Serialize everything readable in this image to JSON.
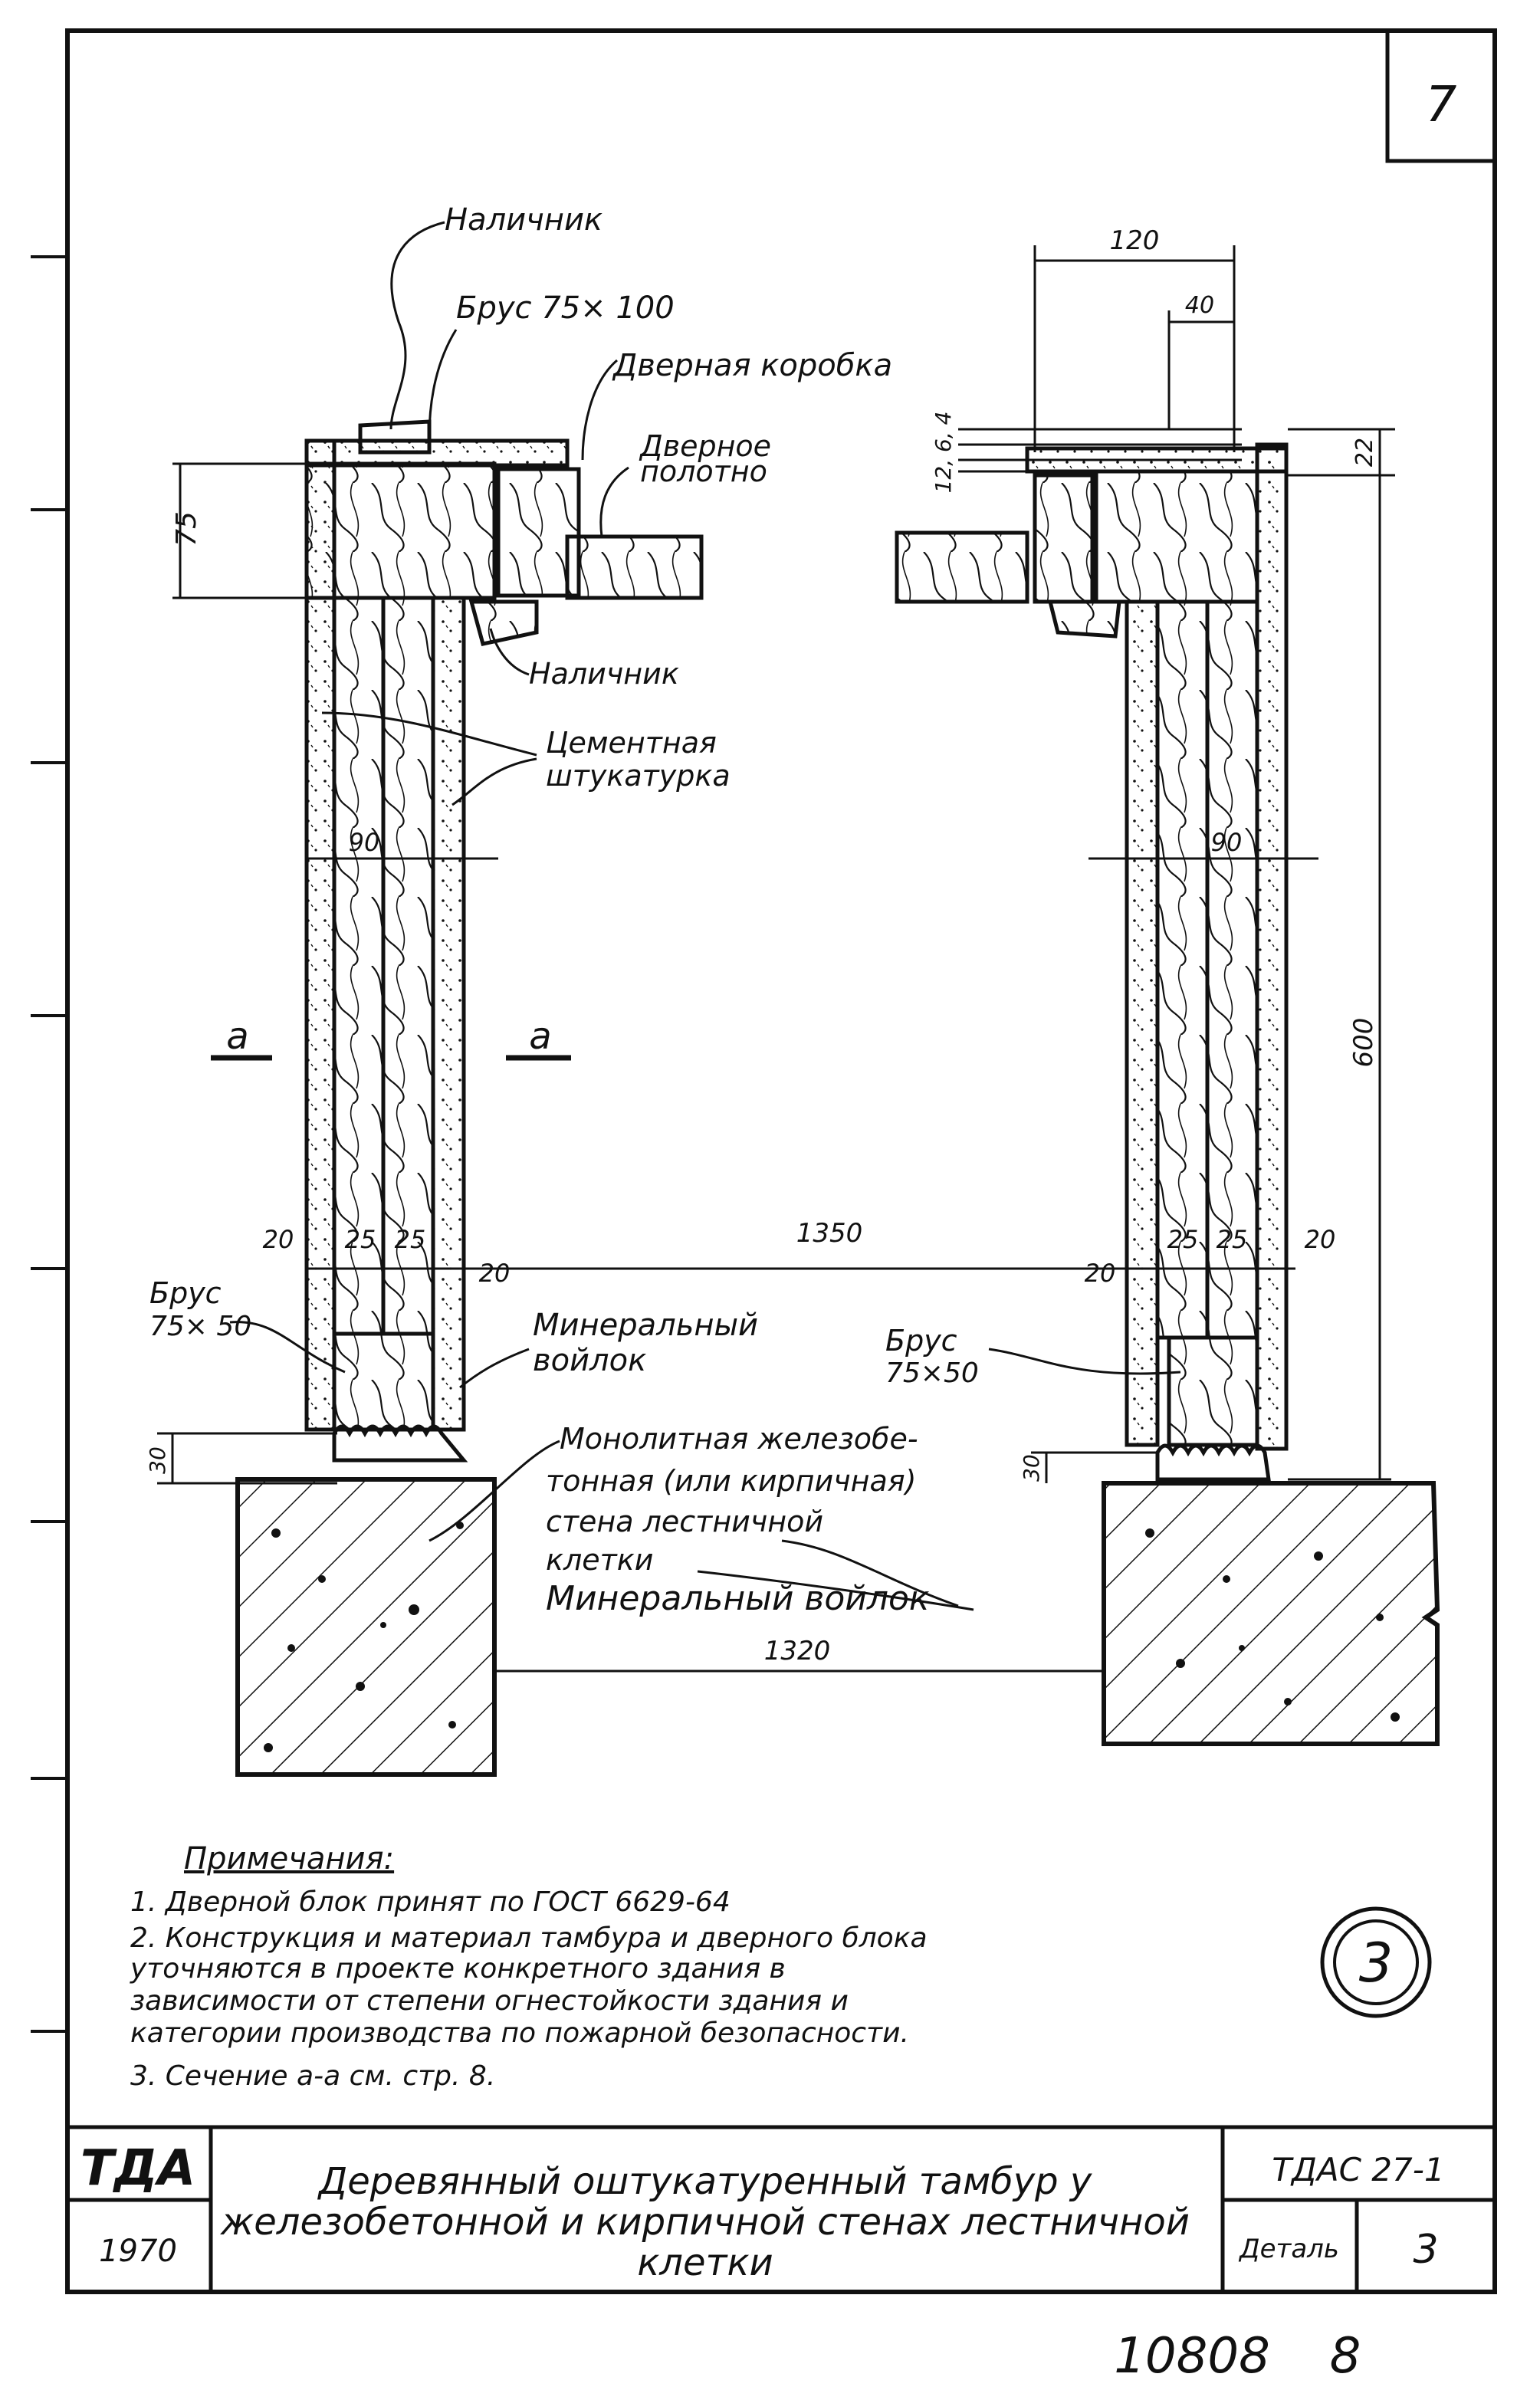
{
  "sheet": {
    "page_number": "7",
    "archive_number": "10808",
    "archive_page": "8",
    "detail_circle": "3"
  },
  "labels": {
    "nalichnik_top": "Наличник",
    "brus_top": "Брус 75× 100",
    "door_frame": "Дверная коробка",
    "door_leaf_1": "Дверное",
    "door_leaf_2": "полотно",
    "nalichnik_mid": "Наличник",
    "cement_1": "Цементная",
    "cement_2": "штукатурка",
    "section_a_left": "a",
    "section_a_right": "a",
    "brus_left_1": "Брус",
    "brus_left_2": "75× 50",
    "mineral_1": "Минеральный",
    "mineral_2": "войлок",
    "brus_right_1": "Брус",
    "brus_right_2": "75×50",
    "wall_1": "Монолитная железобе-",
    "wall_2": "тонная (или кирпичная)",
    "wall_3": "стена лестничной",
    "wall_4": "клетки",
    "mineral_bottom": "Минеральный   войлок"
  },
  "dimensions": {
    "d75": "75",
    "d120": "120",
    "d40": "40",
    "d6_4": "12, 6, 4",
    "d22": "22",
    "d90_left": "90",
    "d90_right": "90",
    "d600": "600",
    "d20_l1": "20",
    "d25_l1": "25",
    "d25_l2": "25",
    "d20_l2": "20",
    "d1350": "1350",
    "d20_r1": "20",
    "d25_r1": "25",
    "d25_r2": "25",
    "d20_r2": "20",
    "d30_left": "30",
    "d30_right": "30",
    "d1320": "1320"
  },
  "notes": {
    "title": "Примечания:",
    "items": [
      "1.  Дверной блок принят по ГОСТ 6629-64",
      "2.  Конструкция и материал тамбура и дверного блока",
      "     уточняются в проекте конкретного здания  в",
      "     зависимости  от степени огнестойкости здания и",
      "     категории производства по пожарной безопасности.",
      "3.  Сечение  a-a  см. стр. 8."
    ]
  },
  "title_block": {
    "org": "ТДА",
    "year": "1970",
    "title_1": "Деревянный  оштукатуренный  тамбур  у",
    "title_2": "железобетонной и кирпичной  стенах лестничной",
    "title_3": "клетки",
    "code": "ТДАС 27-1",
    "detail_label": "Деталь",
    "detail_value": "3"
  }
}
